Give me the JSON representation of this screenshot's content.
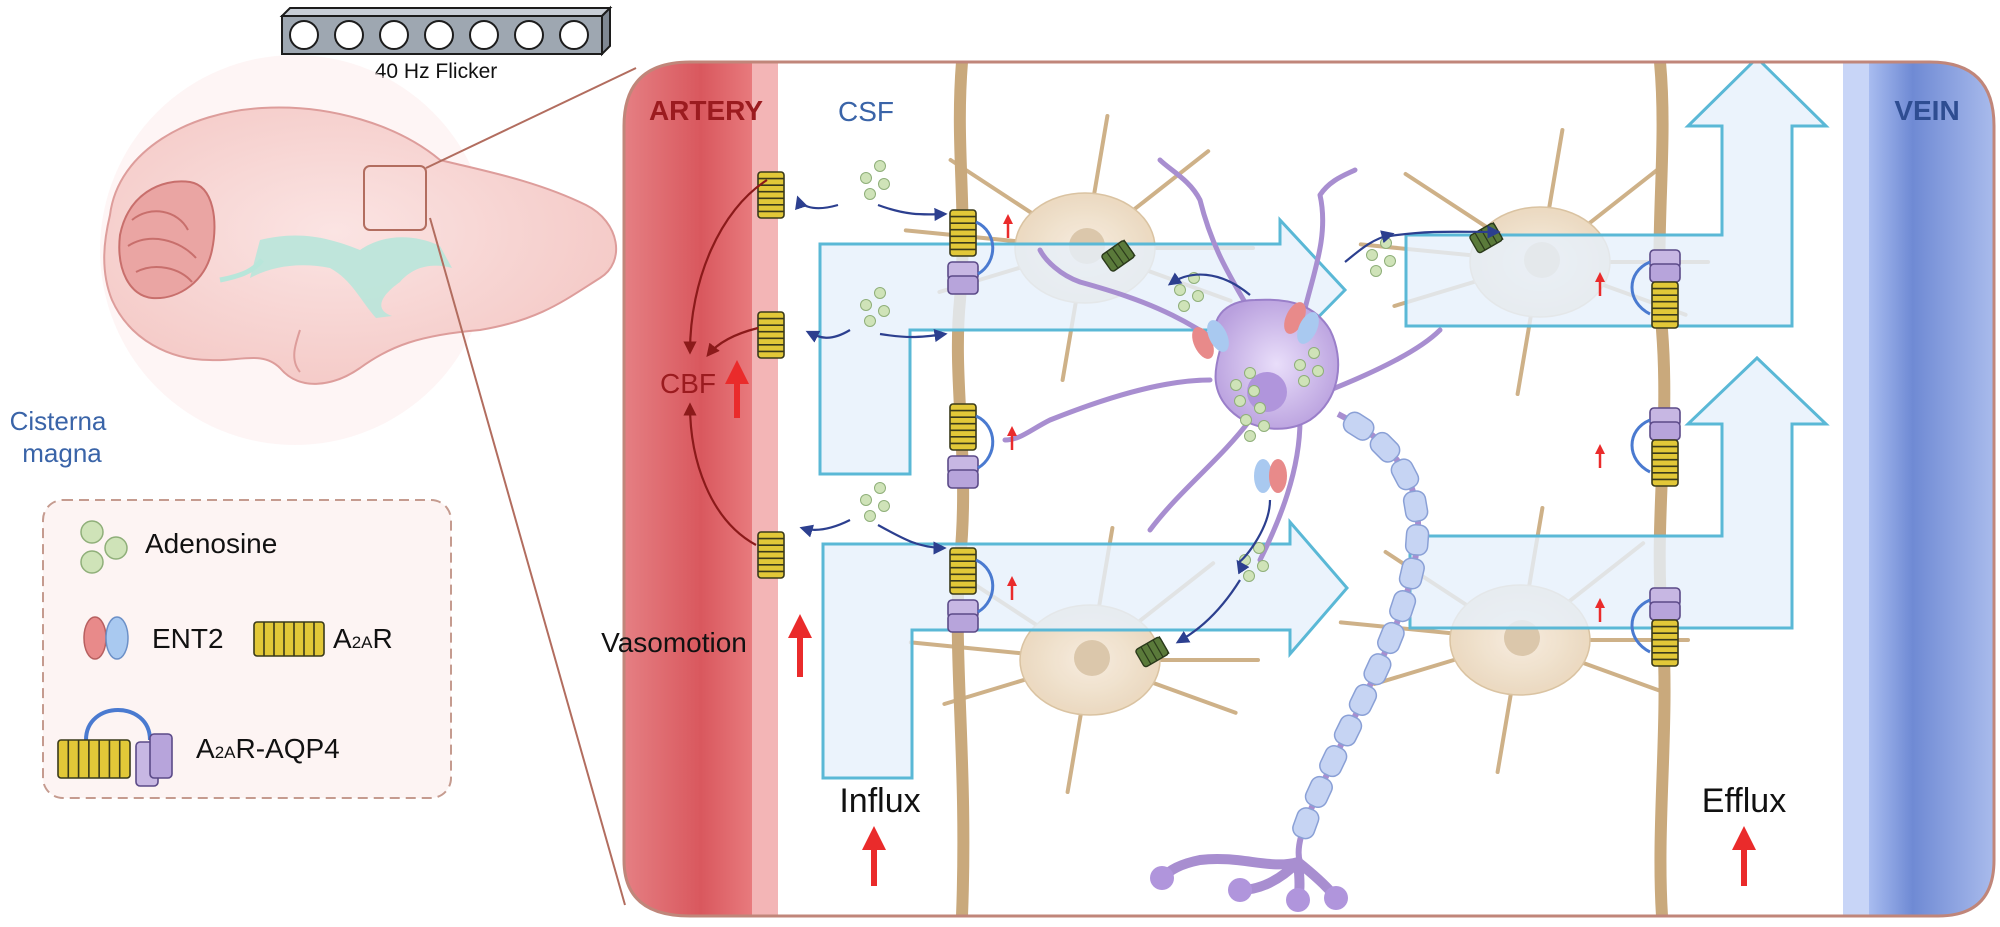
{
  "flicker": {
    "label": "40 Hz Flicker",
    "led_count": 7
  },
  "brain": {
    "region_label_line1": "Cisterna",
    "region_label_line2": "magna"
  },
  "panel": {
    "artery_label": "ARTERY",
    "csf_label": "CSF",
    "vein_label": "VEIN",
    "cbf_label": "CBF",
    "vasomotion_label": "Vasomotion",
    "influx_label": "Influx",
    "efflux_label": "Efflux"
  },
  "legend": {
    "adenosine": "Adenosine",
    "ent2": "ENT2",
    "a2ar_main": "A",
    "a2ar_sub": "2A",
    "a2ar_tail": "R",
    "a2ar_aqp4_main": "A",
    "a2ar_aqp4_sub": "2A",
    "a2ar_aqp4_tail": "R-AQP4"
  },
  "colors": {
    "artery_dark": "#d2555c",
    "artery_light": "#f4b6b6",
    "artery_text": "#9b1b1f",
    "vein_dark": "#5b79c7",
    "vein_light": "#a9bdf0",
    "vein_text": "#2e4d91",
    "csf_text": "#3a64a8",
    "flow_fill": "#e6f0fb",
    "flow_stroke": "#5ab8d6",
    "astrocyte": "#c9a97c",
    "neuron": "#a88ed0",
    "adenosine": "#c9dfb3",
    "up_arrow": "#ea2b2b",
    "panel_border": "#c0867a"
  }
}
